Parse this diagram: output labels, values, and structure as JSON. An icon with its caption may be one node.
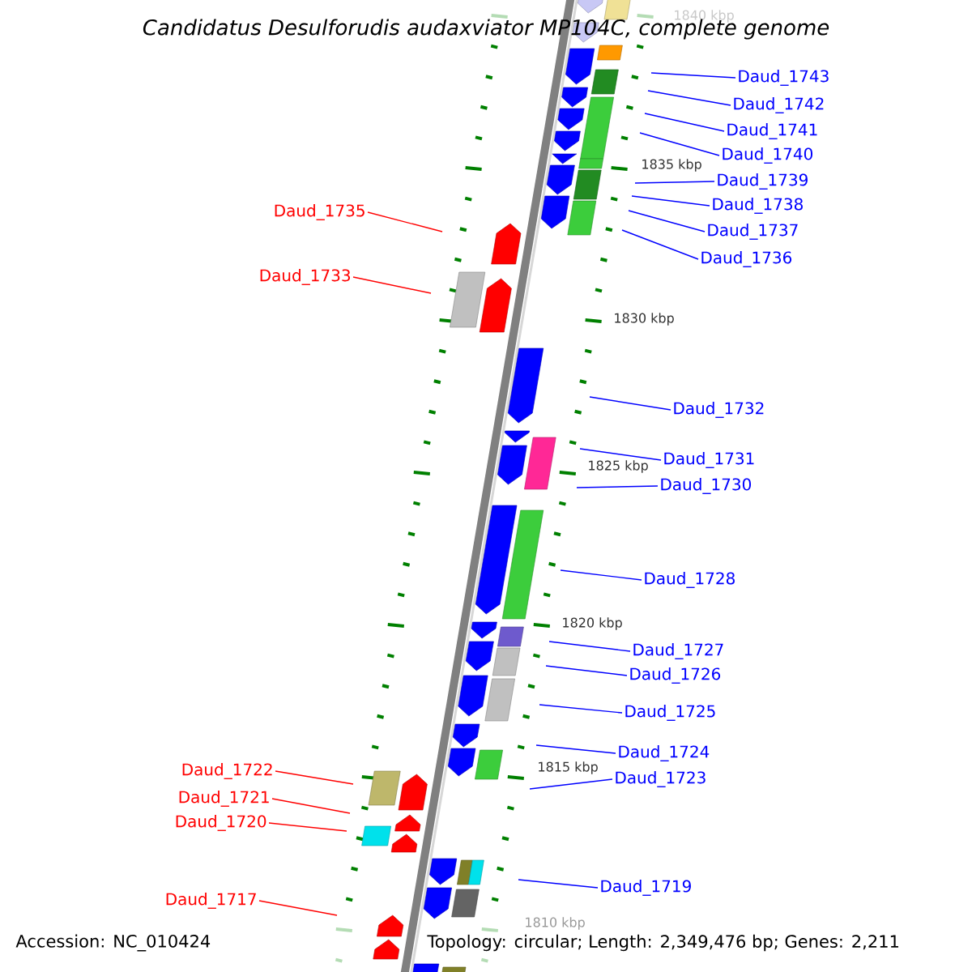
{
  "diagram": {
    "title": "Candidatus Desulforudis audaxviator MP104C, complete genome",
    "nodes": [
      {
        "text": [
          "Daud_1743"
        ]
      },
      {
        "text": [
          "Daud_1742"
        ]
      },
      {
        "text": [
          "Daud_1741"
        ]
      },
      {
        "text": [
          "Daud_1740"
        ]
      },
      {
        "text": [
          "Daud_1739"
        ]
      },
      {
        "text": [
          "Daud_1738"
        ]
      },
      {
        "text": [
          "Daud_1735"
        ]
      },
      {
        "text": [
          "Daud_1737"
        ]
      },
      {
        "text": [
          "Daud_1736"
        ]
      },
      {
        "text": [
          "Daud_1733"
        ]
      },
      {
        "text": [
          "Daud_1732"
        ]
      },
      {
        "text": [
          "Daud_1731"
        ]
      },
      {
        "text": [
          "Daud_1730"
        ]
      },
      {
        "text": [
          "Daud_1728"
        ]
      },
      {
        "text": [
          "Daud_1727"
        ]
      },
      {
        "text": [
          "Daud_1726"
        ]
      },
      {
        "text": [
          "Daud_1725"
        ]
      },
      {
        "text": [
          "Daud_1724"
        ]
      },
      {
        "text": [
          "Daud_1722"
        ]
      },
      {
        "text": [
          "Daud_1723"
        ]
      },
      {
        "text": [
          "Daud_1721"
        ]
      },
      {
        "text": [
          "Daud_1720"
        ]
      },
      {
        "text": [
          "Daud_1719"
        ]
      },
      {
        "text": [
          "Daud_1717"
        ]
      }
    ],
    "edges": [
      {
        "from": 0,
        "to": null,
        "arrow": "none"
      },
      {
        "from": 1,
        "to": null,
        "arrow": "none"
      },
      {
        "from": 2,
        "to": null,
        "arrow": "none"
      },
      {
        "from": 3,
        "to": null,
        "arrow": "none"
      },
      {
        "from": 4,
        "to": null,
        "arrow": "none"
      },
      {
        "from": 5,
        "to": null,
        "arrow": "none"
      },
      {
        "from": 6,
        "to": null,
        "arrow": "none",
        "color": "#ff0000"
      },
      {
        "from": 7,
        "to": null,
        "arrow": "none"
      },
      {
        "from": 8,
        "to": null,
        "arrow": "none"
      },
      {
        "from": 9,
        "to": null,
        "arrow": "none",
        "color": "#ff0000"
      },
      {
        "from": 10,
        "to": null,
        "arrow": "none"
      },
      {
        "from": 11,
        "to": null,
        "arrow": "none"
      },
      {
        "from": 12,
        "to": null,
        "arrow": "none"
      },
      {
        "from": 13,
        "to": null,
        "arrow": "none"
      },
      {
        "from": 14,
        "to": null,
        "arrow": "none"
      },
      {
        "from": 15,
        "to": null,
        "arrow": "none"
      },
      {
        "from": 16,
        "to": null,
        "arrow": "none"
      },
      {
        "from": 17,
        "to": null,
        "arrow": "none"
      },
      {
        "from": 18,
        "to": null,
        "arrow": "none",
        "color": "#ff0000"
      },
      {
        "from": 19,
        "to": null,
        "arrow": "none"
      },
      {
        "from": 20,
        "to": null,
        "arrow": "none",
        "color": "#ff0000"
      },
      {
        "from": 21,
        "to": null,
        "arrow": "none",
        "color": "#ff0000"
      },
      {
        "from": 22,
        "to": null,
        "arrow": "none"
      },
      {
        "from": 23,
        "to": null,
        "arrow": "none",
        "color": "#ff0000"
      }
    ],
    "labels": [
      "1840 kbp",
      "1835 kbp",
      "1830 kbp",
      "1825 kbp",
      "1820 kbp",
      "1815 kbp",
      "1810 kbp",
      "Accession: NC_010424",
      "Topology: circular; Length: 2,349,476 bp; Genes: 2,211"
    ]
  }
}
